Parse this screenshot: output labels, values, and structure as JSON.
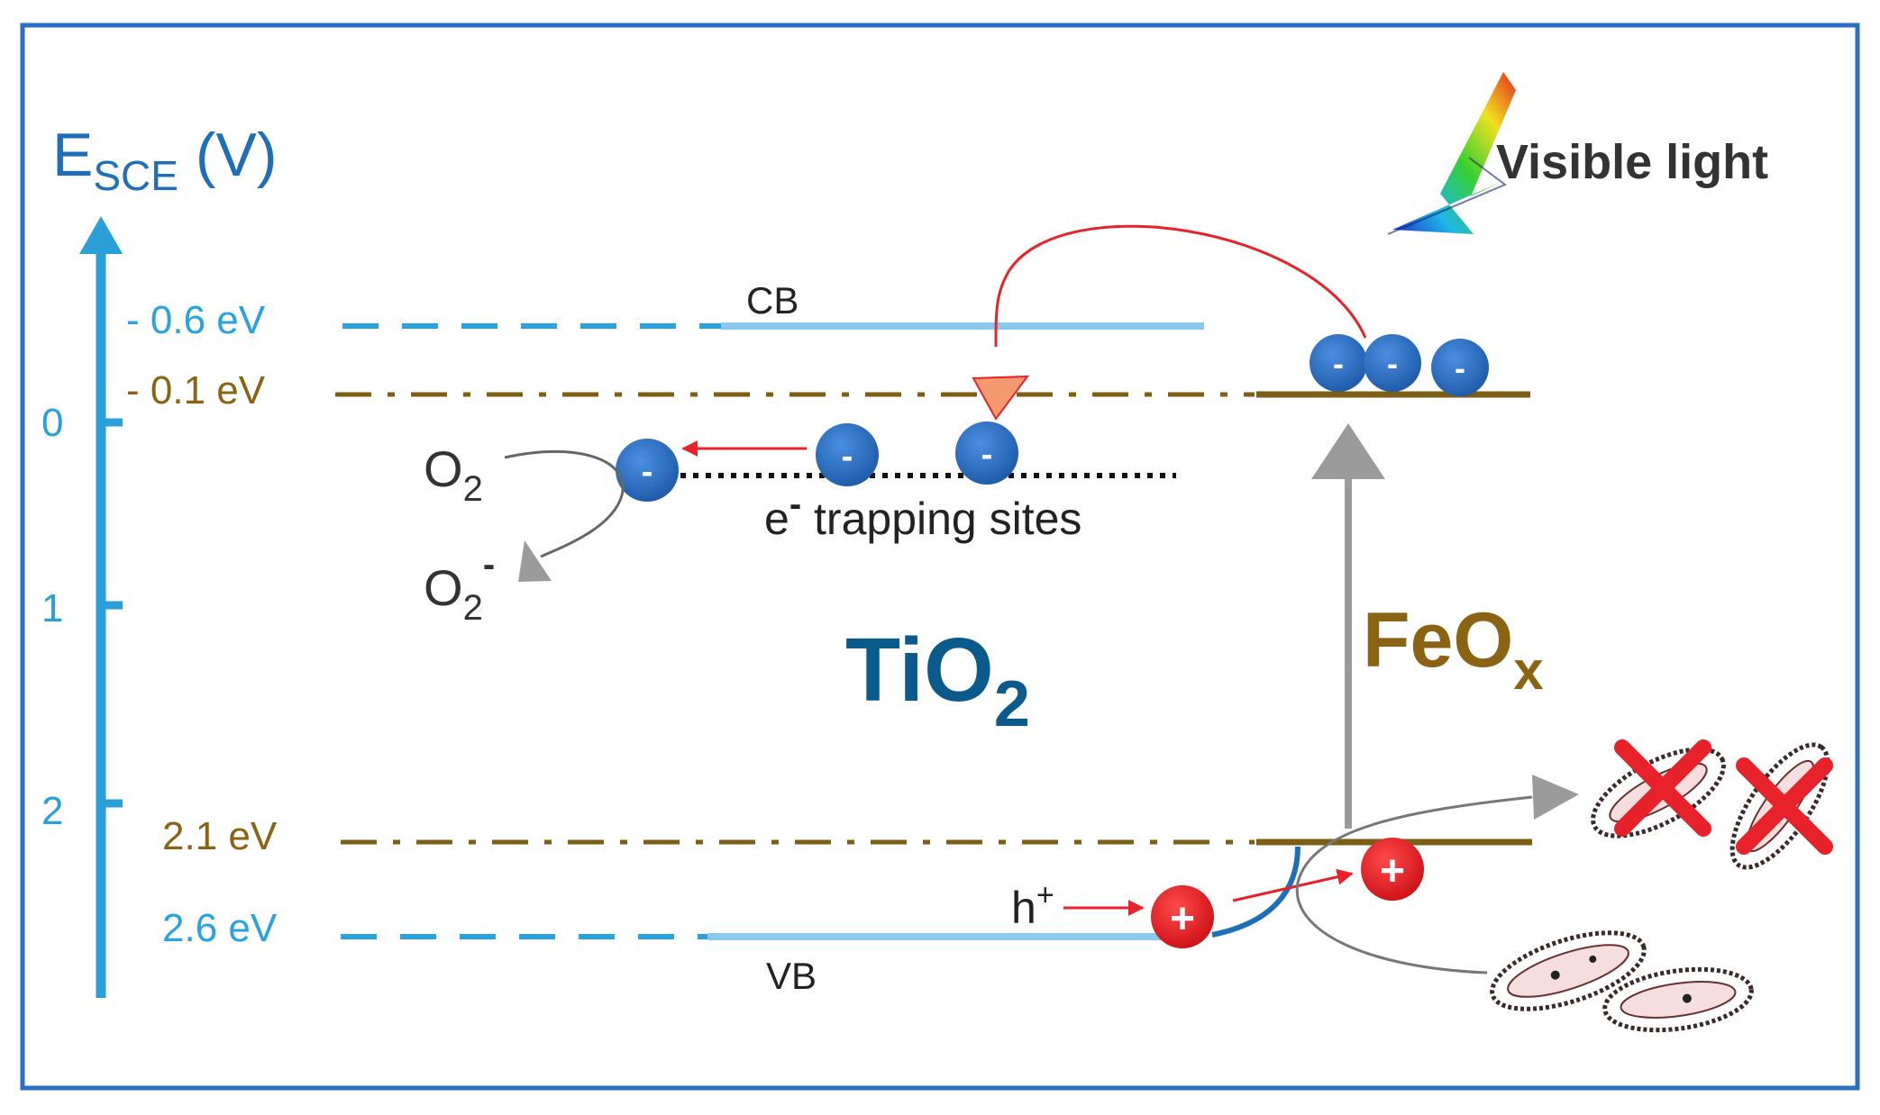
{
  "axis": {
    "label_main": "E",
    "label_sub": "SCE",
    "label_unit": " (V)",
    "ticks": [
      {
        "label": "0",
        "value": 0
      },
      {
        "label": "1",
        "value": 1
      },
      {
        "label": "2",
        "value": 2
      }
    ]
  },
  "levels": {
    "tio2_cb": {
      "label": "- 0.6 eV",
      "value": -0.6
    },
    "feox_cb": {
      "label": "- 0.1 eV",
      "value": -0.1
    },
    "feox_vb": {
      "label": "2.1 eV",
      "value": 2.1
    },
    "tio2_vb": {
      "label": "2.6 eV",
      "value": 2.6
    }
  },
  "bands": {
    "cb": "CB",
    "vb": "VB"
  },
  "materials": {
    "tio2_main": "TiO",
    "tio2_sub": "2",
    "feox_main": "FeO",
    "feox_sub": "x"
  },
  "trap": {
    "label_e": "e",
    "label_sup": "-",
    "label_rest": " trapping sites"
  },
  "oxygen": {
    "o2_main": "O",
    "o2_sub": "2",
    "o2rad_main": "O",
    "o2rad_sub": "2",
    "o2rad_sup": "-"
  },
  "hole": {
    "label_main": "h",
    "label_sup": "+"
  },
  "light": {
    "label": "Visible light"
  },
  "carriers": {
    "electron_symbol": "-",
    "hole_symbol": "+"
  },
  "colors": {
    "frame": "#2a6fc1",
    "axis": "#2a9fd8",
    "tio2_level": "#29a3df",
    "tio2_band": "#8cc7ec",
    "feox": "#7d5e15",
    "electron": "#2a6ab8",
    "hole": "#e8222a",
    "arrow_gray": "#9b9b9b",
    "tio2_text": "#0b5a8c",
    "feox_text": "#8a6412",
    "dark_text": "#333333"
  }
}
